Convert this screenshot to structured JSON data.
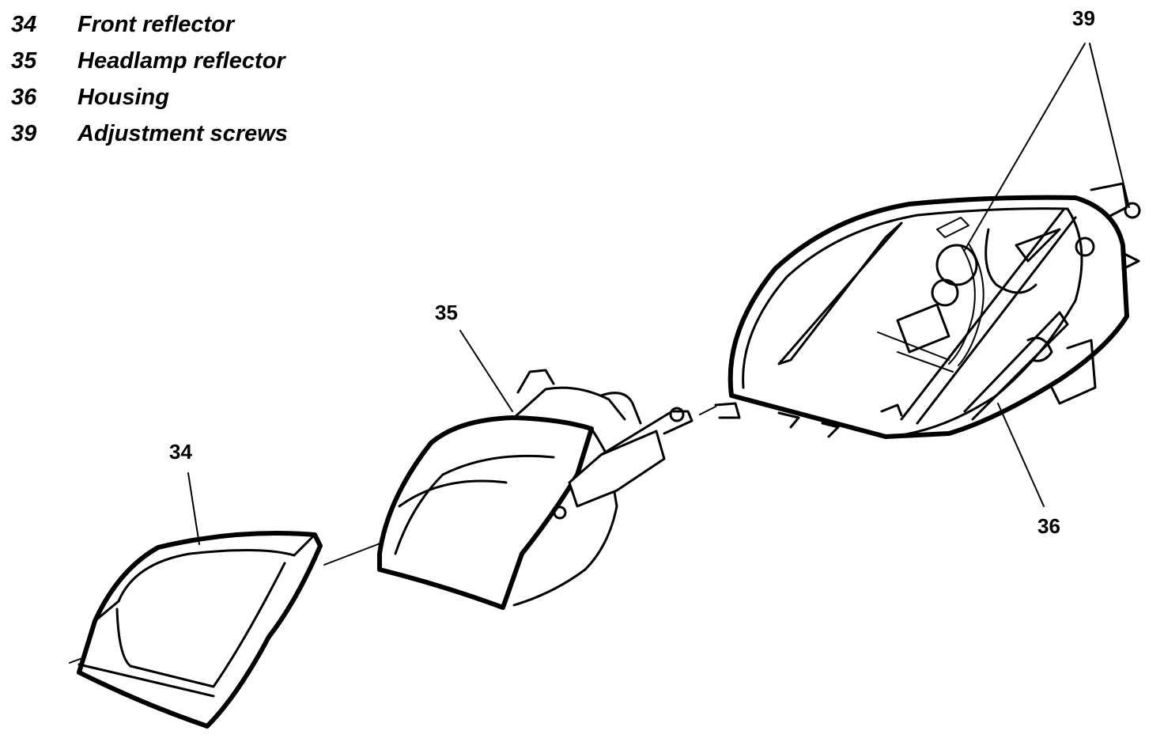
{
  "legend": [
    {
      "num": "34",
      "label": "Front reflector"
    },
    {
      "num": "35",
      "label": "Headlamp reflector"
    },
    {
      "num": "36",
      "label": "Housing"
    },
    {
      "num": "39",
      "label": "Adjustment screws"
    }
  ],
  "callouts": {
    "c34": "34",
    "c35": "35",
    "c36": "36",
    "c39": "39"
  }
}
